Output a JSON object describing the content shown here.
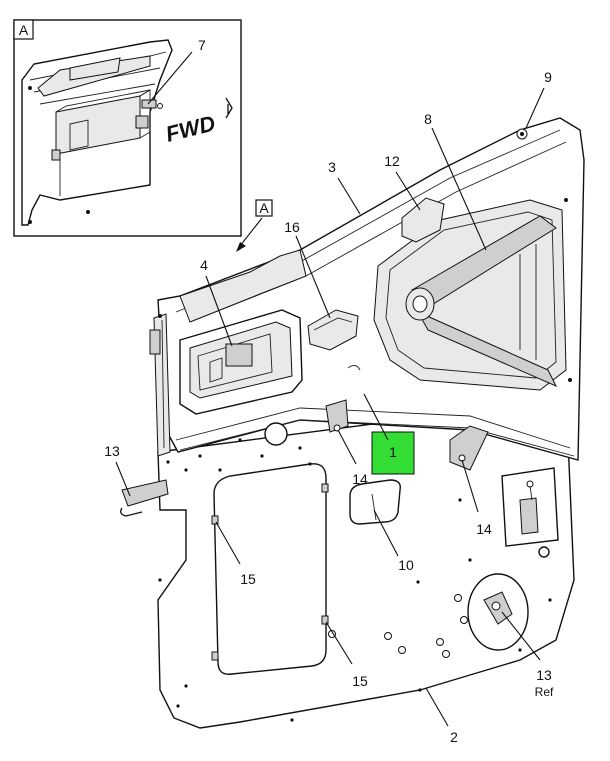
{
  "detail": {
    "label": "A",
    "fwd_text": "FWD"
  },
  "view_marker": {
    "label": "A"
  },
  "callouts": {
    "c1": "1",
    "c2": "2",
    "c3": "3",
    "c4": "4",
    "c7": "7",
    "c8": "8",
    "c9": "9",
    "c10": "10",
    "c12": "12",
    "c13": "13",
    "c13_ref": "13",
    "c13_ref_sub": "Ref",
    "c14a": "14",
    "c14b": "14",
    "c15a": "15",
    "c15b": "15",
    "c16": "16"
  },
  "colors": {
    "highlight": "#33dd33",
    "line": "#111111"
  }
}
